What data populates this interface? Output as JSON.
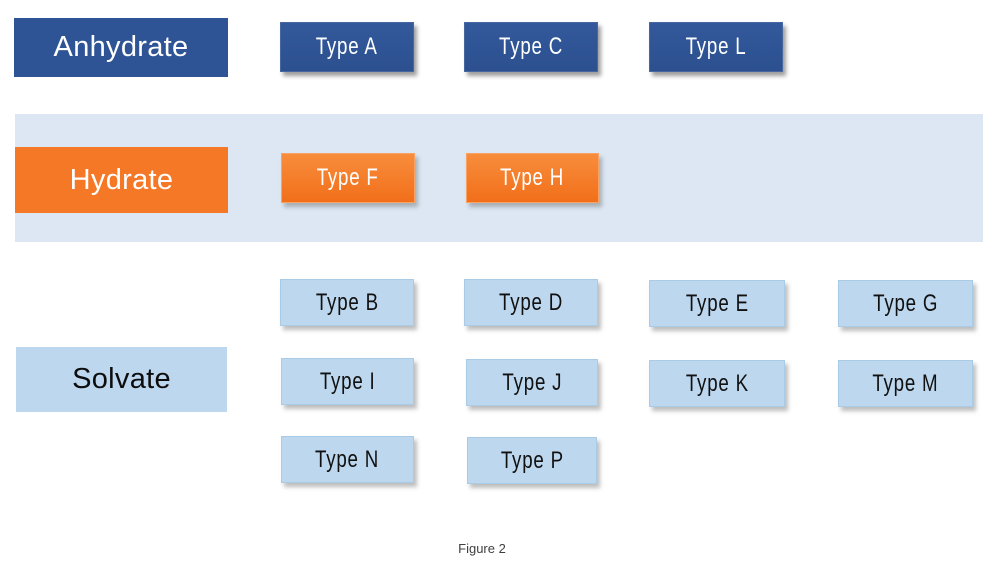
{
  "figure_caption": "Figure 2",
  "colors": {
    "dark_blue": "#2E5496",
    "orange": "#F57827",
    "light_blue": "#BDD7EE",
    "band_blue": "#DCE7F3",
    "shadow_gray": "#8A8A8A"
  },
  "rows": [
    {
      "label": "Anhydrate",
      "types": [
        "Type A",
        "Type C",
        "Type L"
      ]
    },
    {
      "label": "Hydrate",
      "types": [
        "Type F",
        "Type H"
      ]
    },
    {
      "label": "Solvate",
      "types": [
        "Type B",
        "Type D",
        "Type E",
        "Type G",
        "Type I",
        "Type J",
        "Type K",
        "Type M",
        "Type N",
        "Type P"
      ]
    }
  ]
}
